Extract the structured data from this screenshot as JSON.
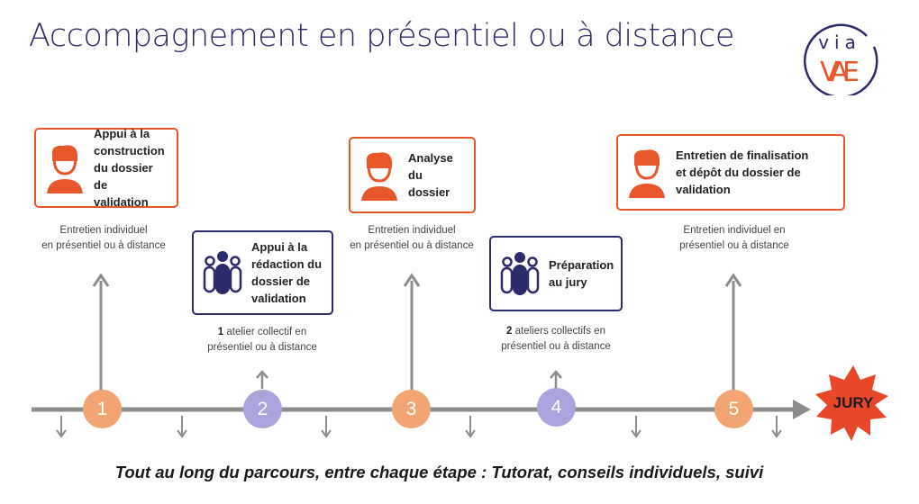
{
  "title": "Accompagnement en présentiel ou à distance",
  "logo": {
    "top": "via",
    "bottom": "VAE"
  },
  "steps": [
    {
      "number": "1",
      "label": "Appui à la\nconstruction\ndu dossier de\nvalidation",
      "caption": "Entretien individuel\nen présentiel ou à distance",
      "type": "individual"
    },
    {
      "number": "2",
      "label": "Appui à la\nrédaction du\ndossier de\nvalidation",
      "caption_bold": "1",
      "caption": " atelier collectif en\nprésentiel ou à distance",
      "type": "collective"
    },
    {
      "number": "3",
      "label": "Analyse\ndu dossier",
      "caption": "Entretien individuel\nen présentiel ou à distance",
      "type": "individual"
    },
    {
      "number": "4",
      "label": "Préparation\nau jury",
      "caption_bold": "2",
      "caption": " ateliers collectifs en\nprésentiel ou à distance",
      "type": "collective"
    },
    {
      "number": "5",
      "label": "Entretien de finalisation\net dépôt du dossier de\nvalidation",
      "caption": "Entretien individuel en\nprésentiel ou à distance",
      "type": "individual"
    }
  ],
  "jury": "JURY",
  "footer": "Tout au long du parcours, entre chaque étape : Tutorat, conseils individuels, suivi",
  "colors": {
    "orange": "#e8572a",
    "navy": "#2b2a6b",
    "circle_individual": "#f2a473",
    "circle_collective": "#aaa4dd",
    "timeline": "#8c8c8c"
  }
}
